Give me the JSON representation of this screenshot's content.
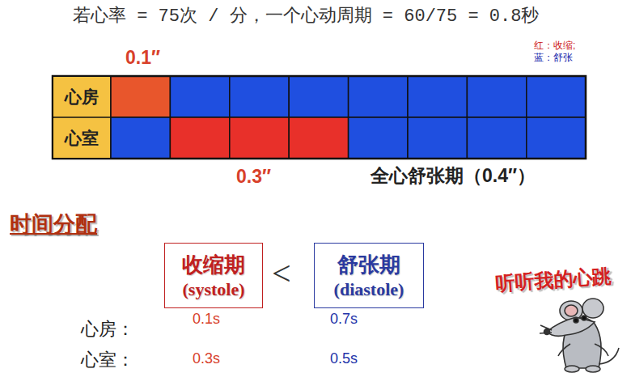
{
  "diagram": {
    "title": "若心率 = 75次 / 分，一个心动周期 = 60/75 = 0.8秒",
    "nodes": [
      {
        "text": [
          "心房"
        ]
      },
      {
        "text": [
          "心室"
        ]
      },
      {
        "text": [
          "收缩期",
          "(systole)"
        ]
      },
      {
        "text": [
          "舒张期",
          "(diastole)"
        ]
      }
    ],
    "labels": [
      "红：收缩;",
      "蓝：舒张",
      "0.1″",
      "0.3″",
      "全心舒张期（0.4″）",
      "时间分配",
      "<",
      "心房：",
      "0.1s",
      "0.7s",
      "心室：",
      "0.3s",
      "0.5s",
      "听听我的心跳"
    ]
  }
}
